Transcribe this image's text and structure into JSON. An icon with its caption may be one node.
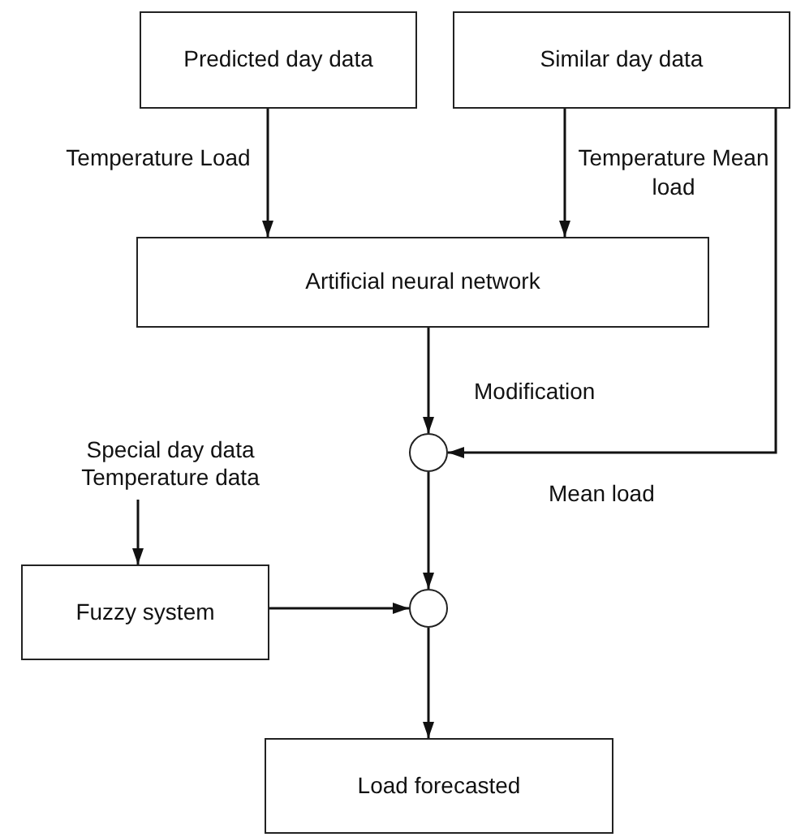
{
  "diagram": {
    "nodes": [
      {
        "text": [
          "Predicted day data"
        ]
      },
      {
        "text": [
          "Similar day data"
        ]
      },
      {
        "text": [
          "Artificial neural network"
        ]
      },
      {
        "text": [],
        "shape": "circle"
      },
      {
        "text": [
          "Special day data Temperature data"
        ]
      },
      {
        "text": [
          "Fuzzy system"
        ]
      },
      {
        "text": [],
        "shape": "circle"
      },
      {
        "text": [
          "Load forecasted"
        ]
      }
    ],
    "edges": [
      {
        "from": 0,
        "to": 2,
        "arrow": "to",
        "label": "Temperature Load"
      },
      {
        "from": 1,
        "to": 2,
        "arrow": "to",
        "label": "Temperature Mean load"
      },
      {
        "from": 2,
        "to": 3,
        "arrow": "to",
        "label": "Modification"
      },
      {
        "from": 1,
        "to": 3,
        "arrow": "to",
        "label": "Mean load"
      },
      {
        "from": 4,
        "to": 5,
        "arrow": "to"
      },
      {
        "from": 5,
        "to": 6,
        "arrow": "to"
      },
      {
        "from": 3,
        "to": 6,
        "arrow": "to"
      },
      {
        "from": 6,
        "to": 7,
        "arrow": "to"
      }
    ]
  }
}
